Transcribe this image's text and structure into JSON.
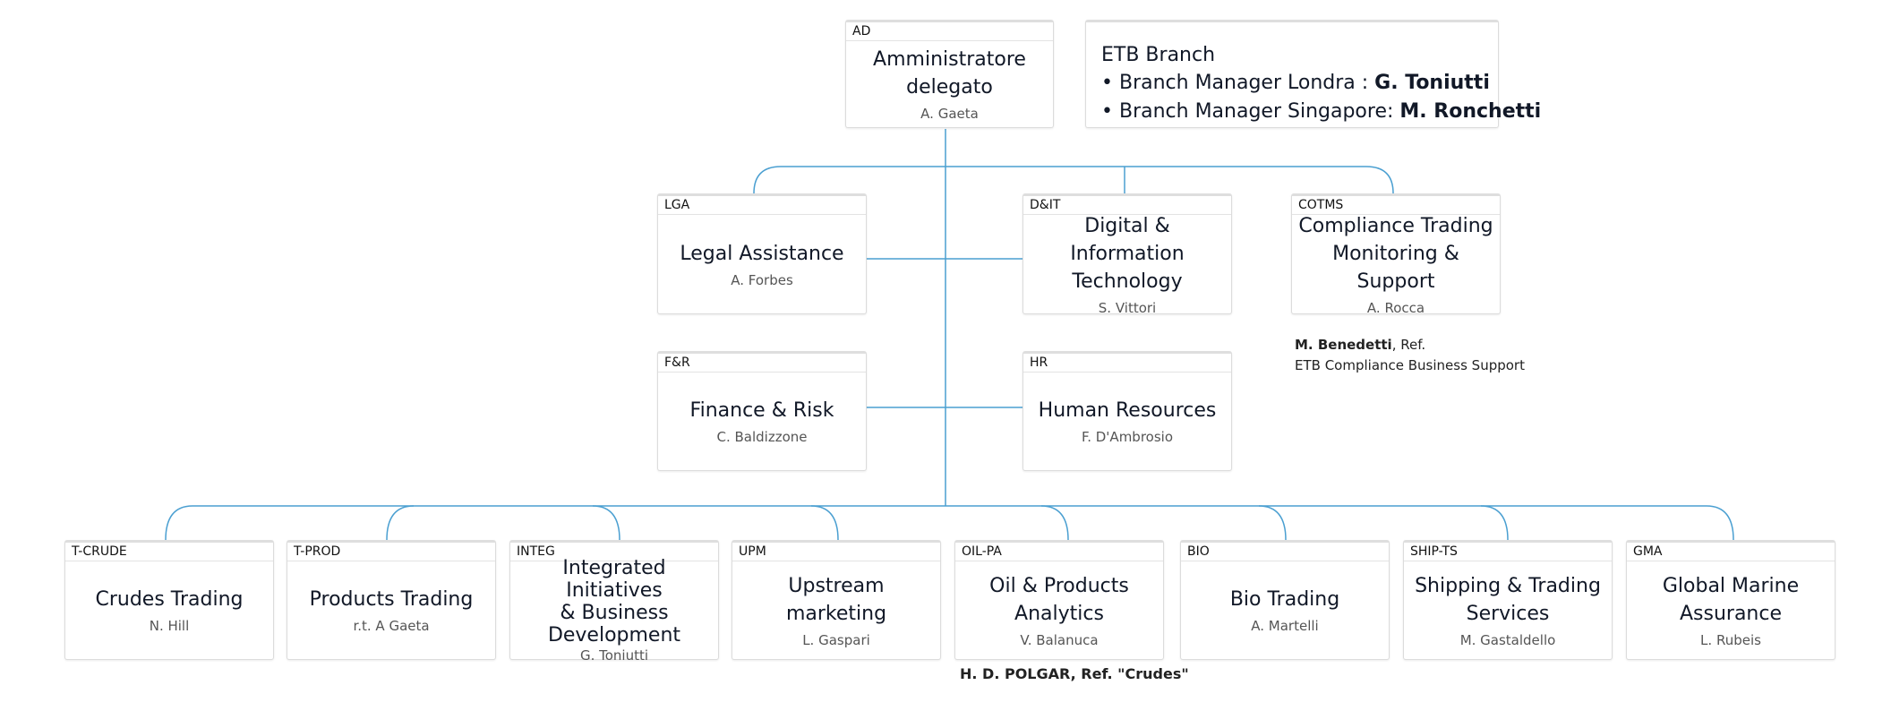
{
  "top": {
    "ad": {
      "code": "AD",
      "title": "Amministratore\ndelegato",
      "person": "A. Gaeta"
    }
  },
  "etb": {
    "title": "ETB Branch",
    "line1_label": "• Branch Manager Londra : ",
    "line1_name": "G. Toniutti",
    "line2_label": "• Branch Manager Singapore: ",
    "line2_name": "M. Ronchetti"
  },
  "staff": {
    "lga": {
      "code": "LGA",
      "title": "Legal Assistance",
      "person": "A. Forbes"
    },
    "dit": {
      "code": "D&IT",
      "title": "Digital & Information\nTechnology",
      "person": "S. Vittori"
    },
    "cotms": {
      "code": "COTMS",
      "title": "Compliance Trading\nMonitoring & Support",
      "person": "A. Rocca"
    },
    "fr": {
      "code": "F&R",
      "title": "Finance & Risk",
      "person": "C. Baldizzone"
    },
    "hr": {
      "code": "HR",
      "title": "Human Resources",
      "person": "F. D'Ambrosio"
    }
  },
  "cotms_note": {
    "name": "M. Benedetti",
    "suffix": ", Ref.",
    "line2": "ETB Compliance Business Support"
  },
  "units": [
    {
      "code": "T-CRUDE",
      "title": "Crudes Trading",
      "person": "N. Hill"
    },
    {
      "code": "T-PROD",
      "title": "Products Trading",
      "person": "r.t. A Gaeta"
    },
    {
      "code": "INTEG",
      "title": "Integrated Initiatives\n& Business\nDevelopment",
      "person": "G. Toniutti"
    },
    {
      "code": "UPM",
      "title": "Upstream marketing",
      "person": "L.  Gaspari"
    },
    {
      "code": "OIL-PA",
      "title": "Oil &  Products\nAnalytics",
      "person": "V. Balanuca"
    },
    {
      "code": "BIO",
      "title": "Bio Trading",
      "person": "A. Martelli"
    },
    {
      "code": "SHIP-TS",
      "title": "Shipping & Trading\nServices",
      "person": "M. Gastaldello"
    },
    {
      "code": "GMA",
      "title": "Global Marine\nAssurance",
      "person": "L. Rubeis"
    }
  ],
  "oil_note": "H. D. POLGAR, Ref. \"Crudes\"",
  "colors": {
    "connector": "#4a9fd1",
    "box_border": "#dcdcdc",
    "text": "#111827",
    "muted": "#555555"
  }
}
